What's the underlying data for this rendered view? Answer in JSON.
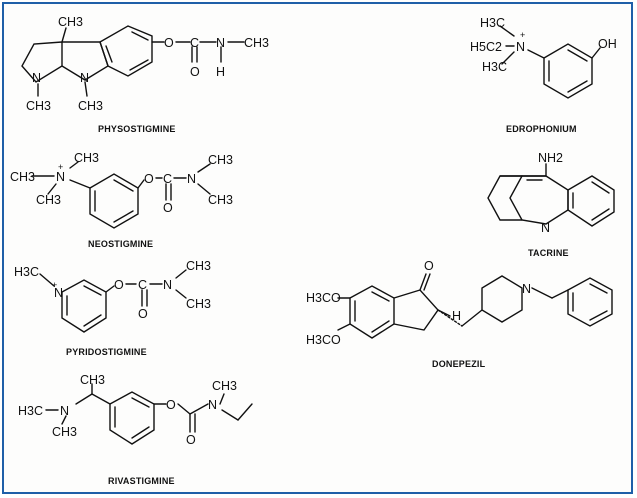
{
  "border_color": "#1f5fa8",
  "compounds": {
    "physostigmine": {
      "name": "PHYSOSTIGMINE",
      "atoms": [
        "CH3",
        "N",
        "N",
        "CH3",
        "CH3",
        "O",
        "C",
        "N",
        "CH3",
        "O",
        "H"
      ]
    },
    "edrophonium": {
      "name": "EDROPHONIUM",
      "atoms": [
        "H3C",
        "H5C2",
        "N",
        "H3C",
        "OH",
        "+"
      ]
    },
    "neostigmine": {
      "name": "NEOSTIGMINE",
      "atoms": [
        "CH3",
        "CH3",
        "N",
        "CH3",
        "+",
        "O",
        "C",
        "N",
        "CH3",
        "CH3",
        "O"
      ]
    },
    "tacrine": {
      "name": "TACRINE",
      "atoms": [
        "NH2",
        "N"
      ]
    },
    "pyridostigmine": {
      "name": "PYRIDOSTIGMINE",
      "atoms": [
        "H3C",
        "N",
        "+",
        "O",
        "C",
        "N",
        "CH3",
        "CH3",
        "O"
      ]
    },
    "donepezil": {
      "name": "DONEPEZIL",
      "atoms": [
        "O",
        "H3CO",
        "H3CO",
        "H",
        "N"
      ]
    },
    "rivastigmine": {
      "name": "RIVASTIGMINE",
      "atoms": [
        "CH3",
        "H3C",
        "N",
        "CH3",
        "O",
        "CH3",
        "N",
        "O"
      ]
    }
  }
}
